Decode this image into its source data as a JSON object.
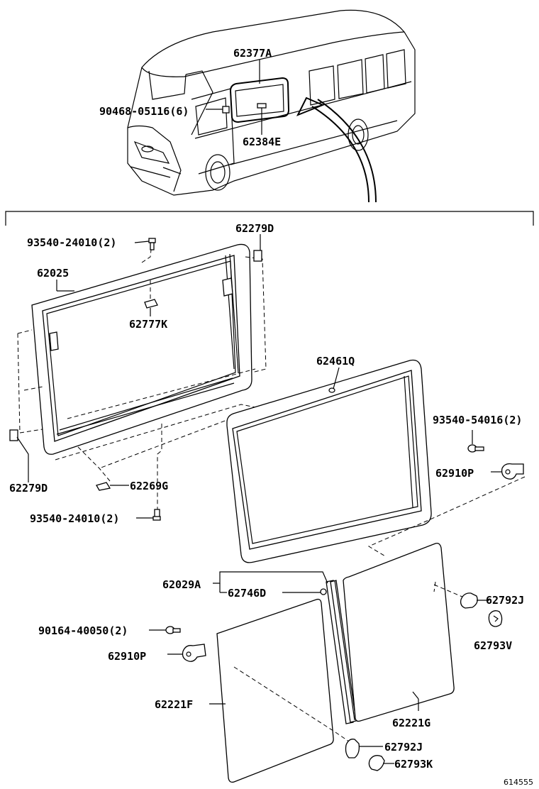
{
  "labels": {
    "p62377A": "62377A",
    "p90468": "90468-05116(6)",
    "p62384E": "62384E",
    "p62279D_top": "62279D",
    "p93540_24010_top": "93540-24010(2)",
    "p62025": "62025",
    "p62777K": "62777K",
    "p62461Q": "62461Q",
    "p93540_54016": "93540-54016(2)",
    "p62910P_right": "62910P",
    "p62279D_left": "62279D",
    "p62269G": "62269G",
    "p93540_24010_bottom": "93540-24010(2)",
    "p62029A": "62029A",
    "p62746D": "62746D",
    "p62792J_right": "62792J",
    "p62793V": "62793V",
    "p90164": "90164-40050(2)",
    "p62910P_left": "62910P",
    "p62221F": "62221F",
    "p62221G": "62221G",
    "p62792J_bottom": "62792J",
    "p62793K": "62793K"
  },
  "ref_number": "614555"
}
